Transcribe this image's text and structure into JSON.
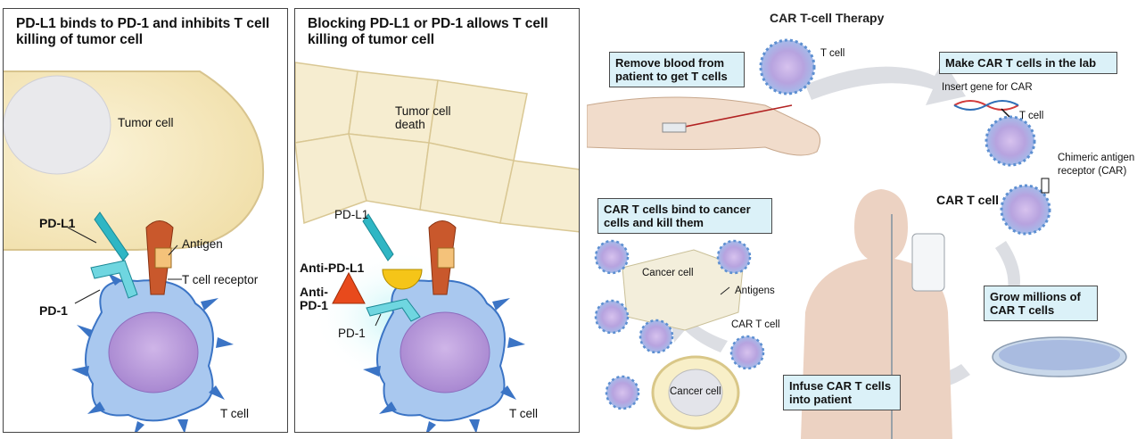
{
  "left_panel": {
    "title": "PD-L1 binds to PD-1 and inhibits T cell killing of tumor cell",
    "labels": {
      "tumor_cell": "Tumor cell",
      "pd_l1": "PD-L1",
      "antigen": "Antigen",
      "t_cell_receptor": "T cell receptor",
      "pd_1": "PD-1",
      "t_cell": "T cell"
    }
  },
  "middle_panel": {
    "title": "Blocking PD-L1 or PD-1 allows T cell killing of tumor cell",
    "labels": {
      "tumor_cell_death": "Tumor cell death",
      "pd_l1": "PD-L1",
      "anti_pd_l1": "Anti-PD-L1",
      "anti_pd_1": "Anti-PD-1",
      "pd_1": "PD-1",
      "t_cell": "T cell"
    }
  },
  "right_panel": {
    "title": "CAR T-cell Therapy",
    "steps": {
      "remove_blood": "Remove blood from patient to get T cells",
      "make_car": "Make CAR T cells in the lab",
      "grow": "Grow millions of CAR T cells",
      "infuse": "Infuse CAR T cells into patient",
      "bind_kill": "CAR T cells bind to cancer cells and kill them"
    },
    "labels": {
      "t_cell_top": "T cell",
      "insert_gene": "Insert gene for CAR",
      "t_cell_lab": "T cell",
      "car_receptor": "Chimeric antigen receptor (CAR)",
      "car_t_cell": "CAR T cell",
      "cancer_cell_top": "Cancer cell",
      "antigens": "Antigens",
      "car_t_cell_small": "CAR T cell",
      "cancer_cell_bottom": "Cancer cell"
    }
  },
  "colors": {
    "tumor": "#f7ebc4",
    "pd_l1": "#2fb6c4",
    "tcr": "#c9582c",
    "t_cell_body": "#a9c8ef",
    "nucleus": "#b89ad8",
    "anti_pd_l1": "#f5c518",
    "anti_pd_1": "#e84a1c",
    "step_box": "#dbf1f8"
  }
}
